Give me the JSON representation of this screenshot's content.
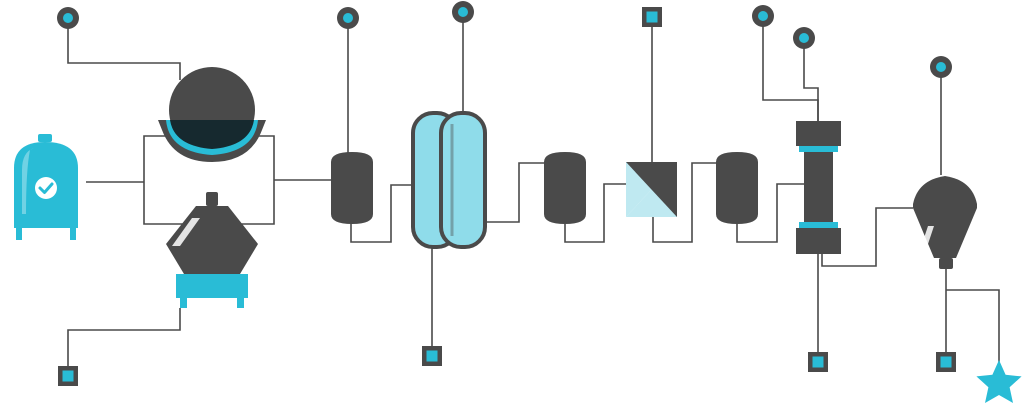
{
  "colors": {
    "background": "#ffffff",
    "dark_gray": "#4a4a4a",
    "wire": "#4a4a4a",
    "cyan": "#29bcd6",
    "light_cyan": "#8fdcea",
    "pale_cyan": "#bfe9f1",
    "deep_teal": "#16292f",
    "white": "#ffffff"
  },
  "diagram": {
    "kind": "process-flow",
    "stages": [
      {
        "name": "feed-tank",
        "icon": "tank-check-icon"
      },
      {
        "name": "centrifuge",
        "icon": "centrifuge-icon"
      },
      {
        "name": "hopper-dryer",
        "icon": "hopper-icon"
      },
      {
        "name": "buffer-vessel-1",
        "icon": "vessel-icon"
      },
      {
        "name": "twin-column",
        "icon": "twin-column-icon"
      },
      {
        "name": "buffer-vessel-2",
        "icon": "vessel-icon"
      },
      {
        "name": "membrane-filter",
        "icon": "filter-icon"
      },
      {
        "name": "buffer-vessel-3",
        "icon": "vessel-icon"
      },
      {
        "name": "chromatography-column",
        "icon": "column-icon"
      },
      {
        "name": "final-hopper",
        "icon": "cone-hopper-icon"
      }
    ],
    "sensor_types": [
      "circle-sensor-icon",
      "square-sensor-icon",
      "star-output-icon"
    ]
  }
}
